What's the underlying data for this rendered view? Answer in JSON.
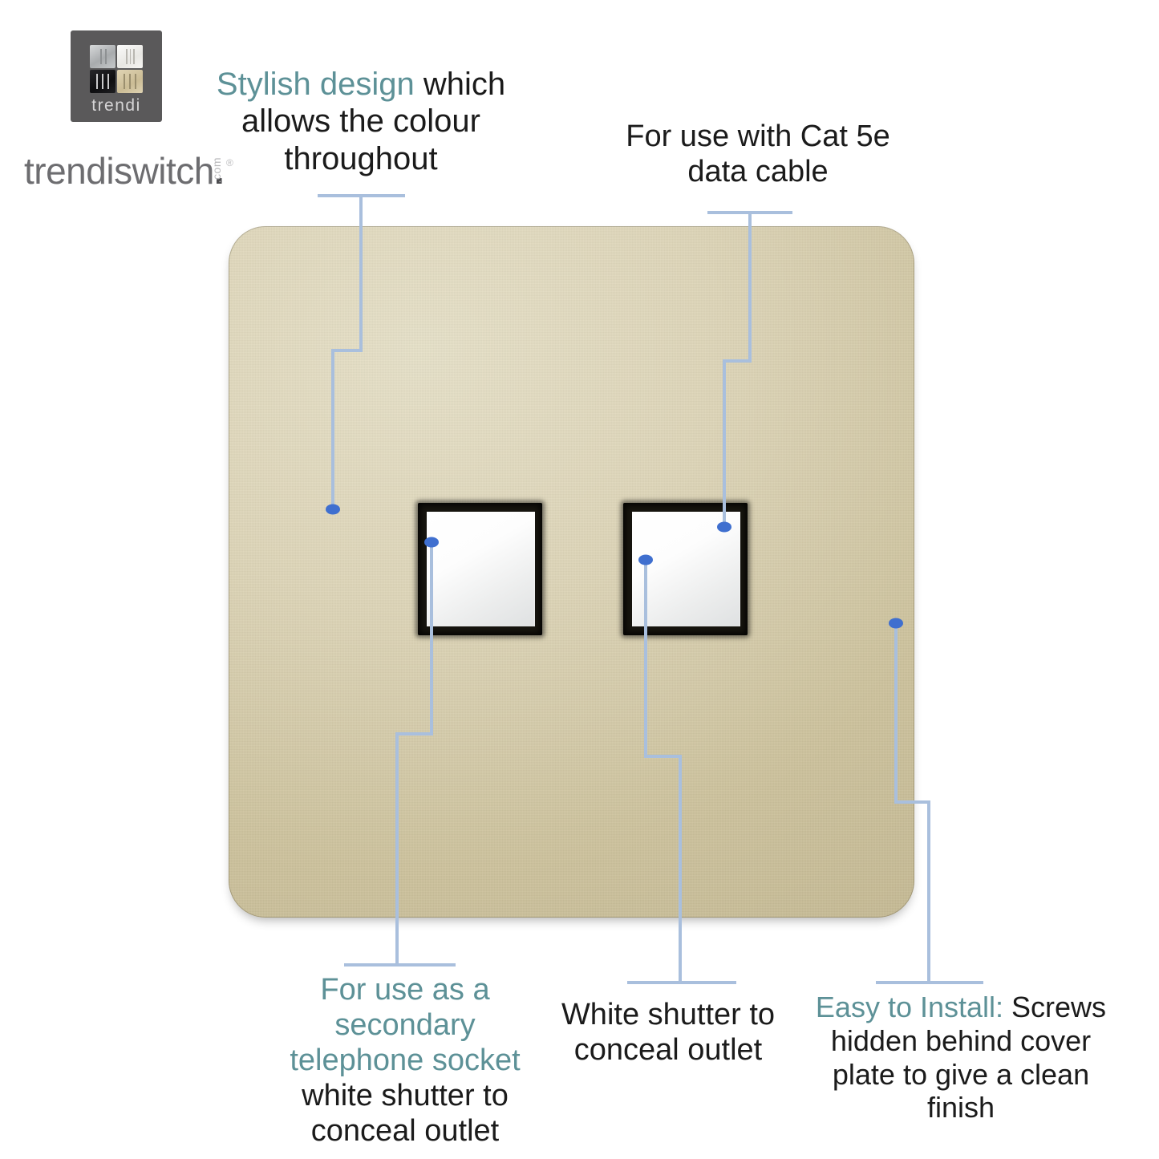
{
  "brand": {
    "tile_word": "trendi",
    "wordmark": "trendiswitch",
    "wordmark_dot": ".",
    "tld": ".com",
    "registered": "®",
    "swatches": [
      {
        "name": "silver",
        "color": "#b4b7b9"
      },
      {
        "name": "white",
        "color": "#f0efeb"
      },
      {
        "name": "black",
        "color": "#161618"
      },
      {
        "name": "champagne-gold",
        "color": "#d2c49e"
      }
    ]
  },
  "product": {
    "plate_color": "#d5cbab",
    "plate_finish": "champagne gold",
    "outlets": [
      {
        "name": "telephone-socket",
        "shutter_color": "#f6f7f7"
      },
      {
        "name": "data-socket",
        "shutter_color": "#f6f7f7"
      }
    ]
  },
  "annotations": [
    {
      "id": "top-left",
      "highlight": "Stylish design",
      "body": " which allows the colour throughout",
      "highlight_color": "#5d9197",
      "body_color": "#1b1b1b"
    },
    {
      "id": "top-right",
      "highlight": "",
      "body": "For use with Cat 5e data cable",
      "highlight_color": "#5d9197",
      "body_color": "#1b1b1b"
    },
    {
      "id": "bottom-left",
      "highlight": "For use as a secondary telephone socket",
      "body": " white shutter to conceal outlet",
      "highlight_color": "#5d9197",
      "body_color": "#1b1b1b"
    },
    {
      "id": "bottom-mid",
      "highlight": "",
      "body": "White shutter to conceal outlet",
      "highlight_color": "#5d9197",
      "body_color": "#1b1b1b"
    },
    {
      "id": "bottom-right",
      "highlight": "Easy to Install:",
      "body": " Screws hidden behind cover plate to give a clean finish",
      "highlight_color": "#5d9197",
      "body_color": "#1b1b1b"
    }
  ],
  "callouts": {
    "line_color": "#a9bfdd",
    "dot_color": "#3f6fcf",
    "items": [
      {
        "name": "callout-stylish-design",
        "target": "plate-surface-left"
      },
      {
        "name": "callout-cat5e-cable",
        "target": "data-socket-top"
      },
      {
        "name": "callout-secondary-telephone",
        "target": "telephone-socket"
      },
      {
        "name": "callout-white-shutter",
        "target": "data-socket"
      },
      {
        "name": "callout-easy-install",
        "target": "plate-right-edge"
      }
    ]
  }
}
